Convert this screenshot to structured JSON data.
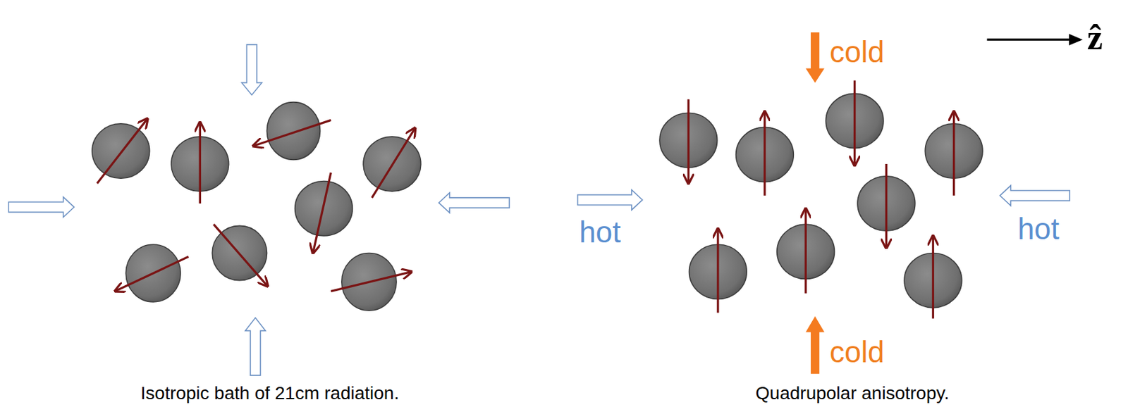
{
  "diagram": {
    "labels": [
      "cold",
      "hot",
      "hot",
      "cold",
      "Isotropic bath of 21cm radiation.",
      "Quadrupolar anisotropy.",
      "ẑ"
    ]
  }
}
